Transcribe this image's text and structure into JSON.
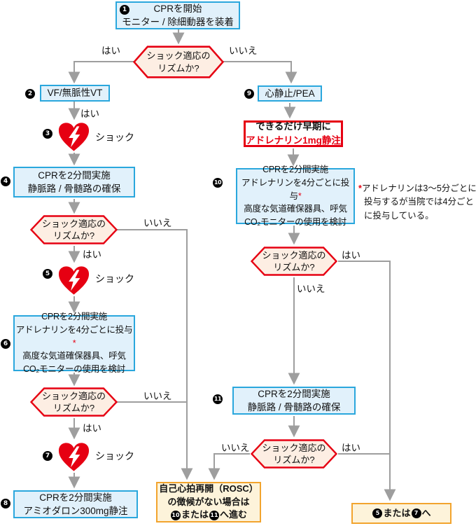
{
  "labels": {
    "yes": "はい",
    "no": "いいえ",
    "shock": "ショック",
    "asterisk": "*"
  },
  "decision": {
    "line1": "ショック適応の",
    "line2": "リズムか?"
  },
  "nodes": {
    "start": {
      "num": "1",
      "line1": "CPRを開始",
      "line2": "モニター / 除細動器を装着"
    },
    "vf": {
      "num": "2",
      "label": "VF/無脈性VT"
    },
    "shock1": {
      "num": "3"
    },
    "cpr_iv": {
      "num": "4",
      "line1": "CPRを2分間実施",
      "line2": "静脈路 / 骨髄路の確保"
    },
    "shock2": {
      "num": "5"
    },
    "cpr_adr_left": {
      "num": "6",
      "line1": "CPRを2分間実施",
      "line2": "アドレナリンを4分ごとに投与",
      "line3": "高度な気道確保器具、呼気",
      "line4": "CO₂モニターの使用を検討"
    },
    "shock3": {
      "num": "7"
    },
    "cpr_amio": {
      "num": "8",
      "line1": "CPRを2分間実施",
      "line2": "アミオダロン300mg静注"
    },
    "asystole": {
      "num": "9",
      "label": "心静止/PEA"
    },
    "early_adr": {
      "line1": "できるだけ早期に",
      "line2": "アドレナリン1mg静注"
    },
    "cpr_adr_right": {
      "num": "10",
      "line1": "CPRを2分間実施",
      "line2": "アドレナリンを4分ごとに投与",
      "line3": "高度な気道確保器具、呼気",
      "line4": "CO₂モニターの使用を検討"
    },
    "cpr_iv2": {
      "num": "11",
      "line1": "CPRを2分間実施",
      "line2": "静脈路 / 骨髄路の確保"
    },
    "rosc": {
      "line1": "自己心拍再開（ROSC）",
      "line2": "の徴候がない場合は",
      "goto1": "10",
      "mid": "または",
      "goto2": "11",
      "suffix": "へ進む"
    },
    "goto57": {
      "n1": "5",
      "mid": "または",
      "n2": "7",
      "suffix": "へ"
    }
  },
  "footnote": {
    "star": "*",
    "line1": "アドレナリンは3〜5分ごとに",
    "line2": "投与するが当院では4分ごと",
    "line3": "に投与している。"
  },
  "colors": {
    "box_fill": "#e1f1fb",
    "box_border": "#2aa7dd",
    "hex_fill": "#fdeee3",
    "hex_border": "#e60012",
    "orange_fill": "#fdf3da",
    "orange_border": "#f2a42e",
    "accent_red": "#e60012",
    "line_gray": "#9e9e9e"
  }
}
